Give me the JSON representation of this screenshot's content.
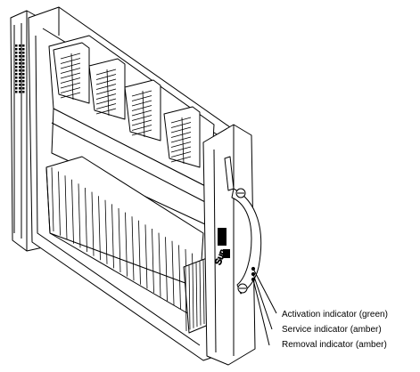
{
  "callouts": [
    {
      "id": "activation",
      "label": "Activation indicator (green)"
    },
    {
      "id": "service",
      "label": "Service indicator (amber)"
    },
    {
      "id": "removal",
      "label": "Removal indicator (amber)"
    }
  ],
  "logo": {
    "text": "Sun"
  },
  "colors": {
    "line": "#000000",
    "background": "#ffffff",
    "shade": "#d9d9d9"
  }
}
